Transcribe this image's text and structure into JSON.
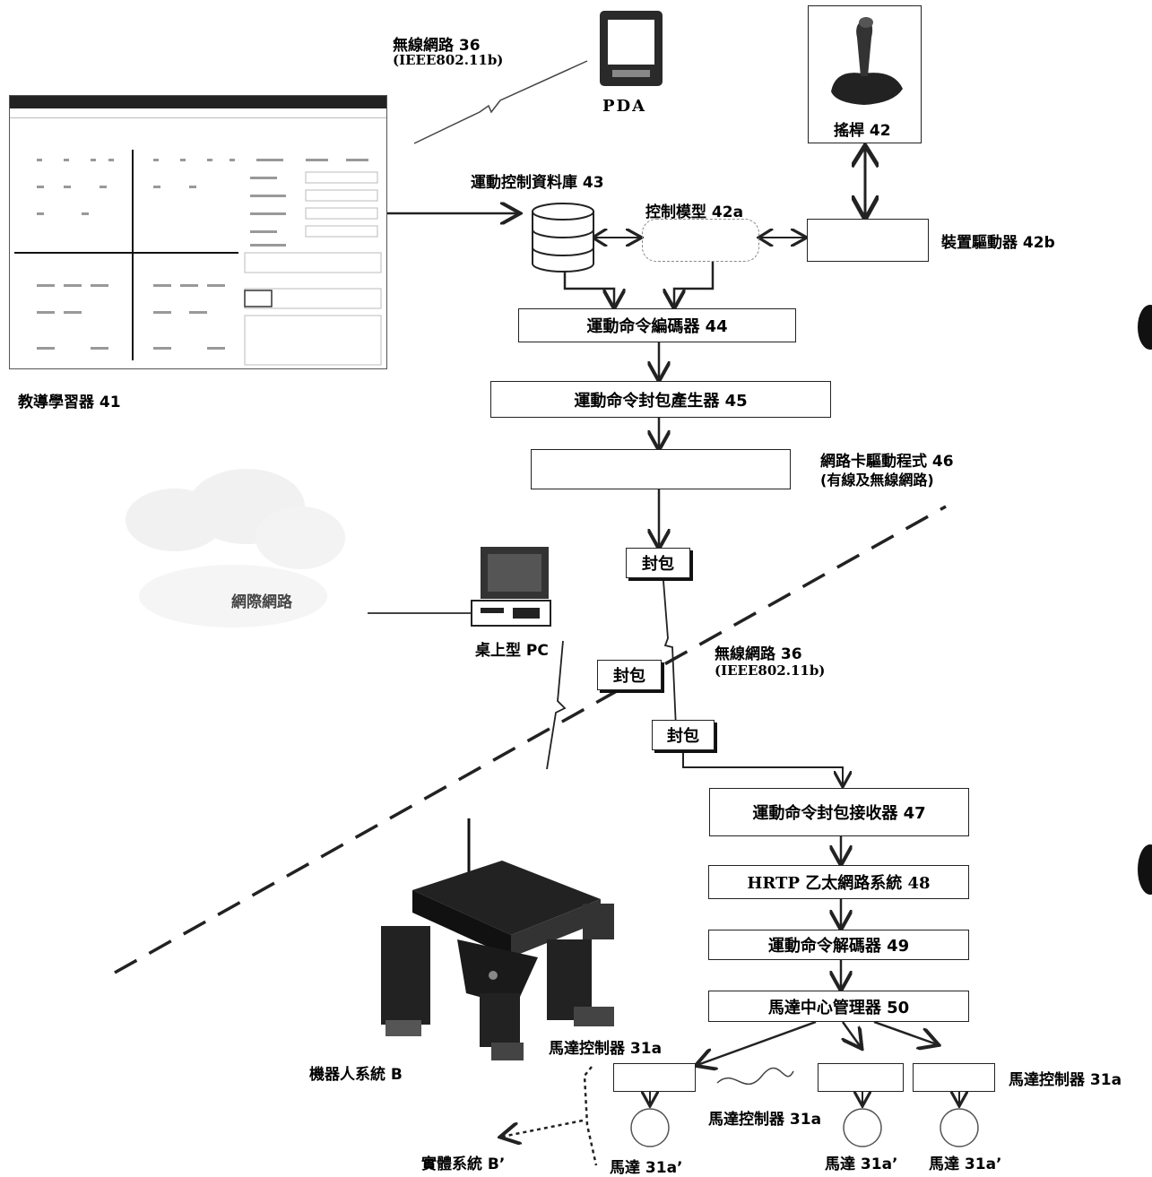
{
  "labels": {
    "wireless_top": "無線網路 36",
    "wireless_top_std": "(IEEE802.11b)",
    "pda": "PDA",
    "joystick": "搖桿 42",
    "motion_db": "運動控制資料庫 43",
    "control_model": "控制模型 42a",
    "device_driver": "裝置驅動器 42b",
    "teacher": "教導學習器 41",
    "encoder": "運動命令編碼器 44",
    "packet_gen": "運動命令封包產生器 45",
    "nic_driver": "網路卡驅動程式 46",
    "nic_driver_sub": "(有線及無線網路)",
    "internet": "網際網路",
    "desktop": "桌上型 PC",
    "packet": "封包",
    "wireless_mid": "無線網路 36",
    "wireless_mid_std": "(IEEE802.11b)",
    "receiver": "運動命令封包接收器 47",
    "hrtp": "HRTP 乙太網路系統 48",
    "decoder": "運動命令解碼器 49",
    "motor_manager": "馬達中心管理器 50",
    "robot_system": "機器人系統 B",
    "motor_ctrl_1": "馬達控制器 31a",
    "motor_ctrl_2": "馬達控制器 31a",
    "motor_ctrl_3": "馬達控制器 31a",
    "physical_system": "實體系統 B’",
    "motor_1": "馬達 31a’",
    "motor_2": "馬達 31a’",
    "motor_3": "馬達 31a’"
  }
}
